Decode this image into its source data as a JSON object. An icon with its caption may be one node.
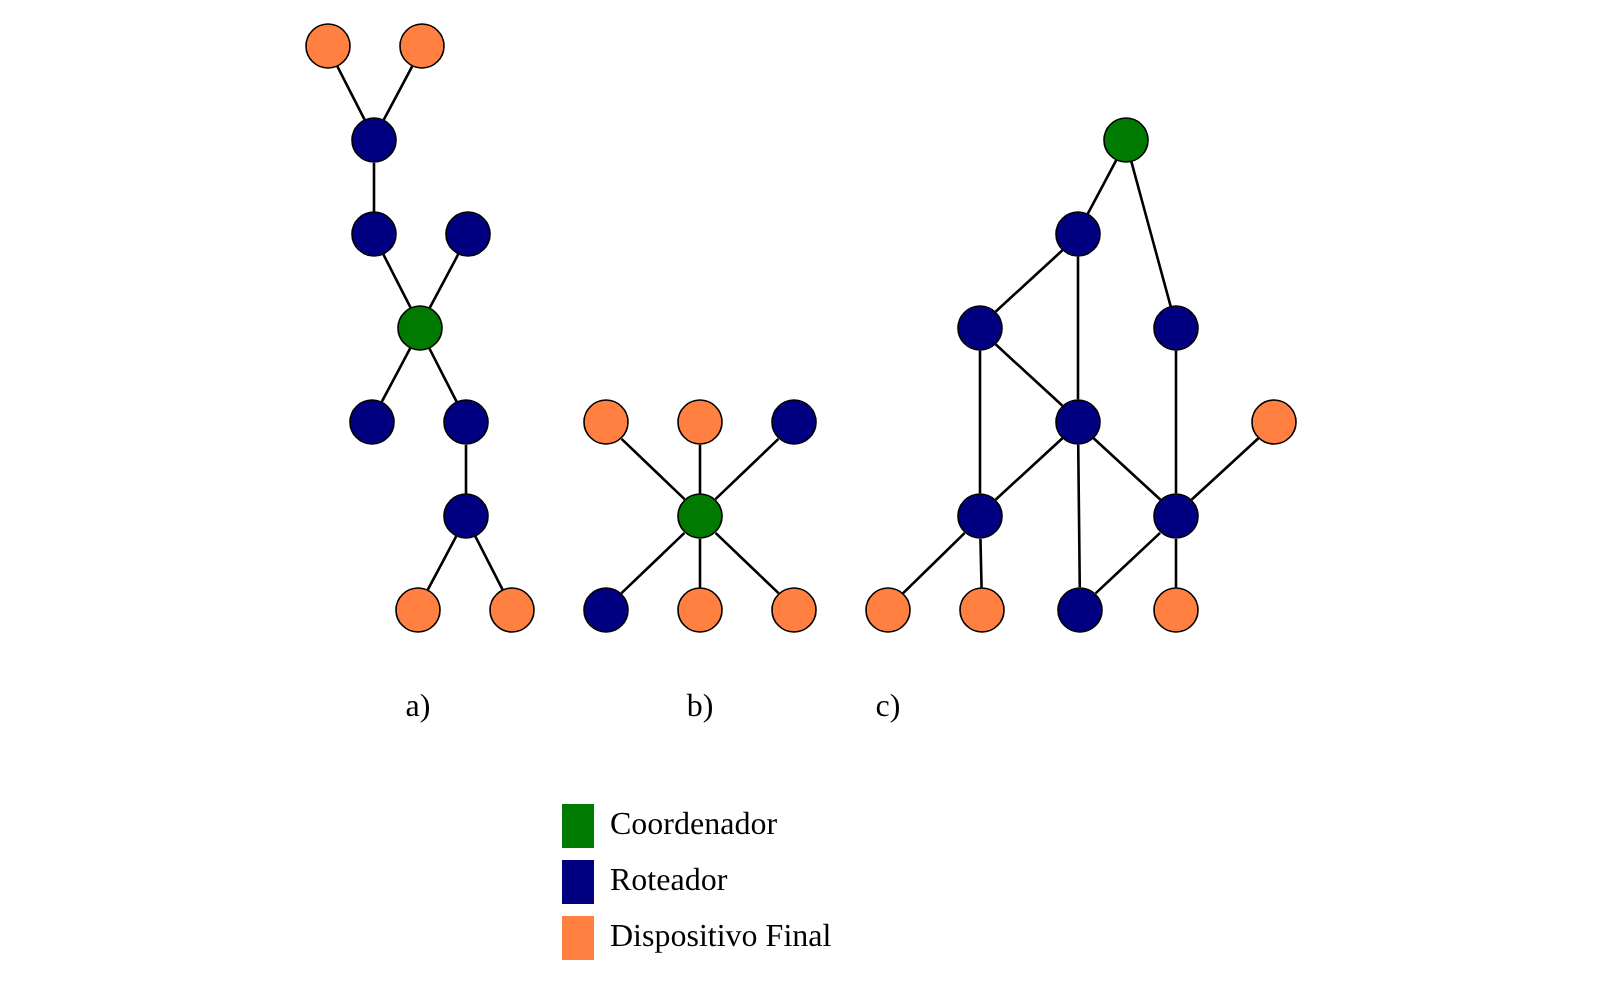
{
  "diagram": {
    "nodes": [
      {
        "text": [],
        "shape": "circle"
      },
      {
        "text": [],
        "shape": "circle"
      },
      {
        "text": [],
        "shape": "circle"
      },
      {
        "text": [],
        "shape": "circle"
      },
      {
        "text": [],
        "shape": "circle"
      },
      {
        "text": [],
        "shape": "circle"
      },
      {
        "text": [],
        "shape": "circle"
      },
      {
        "text": [],
        "shape": "circle"
      },
      {
        "text": [],
        "shape": "circle"
      },
      {
        "text": [],
        "shape": "circle"
      },
      {
        "text": [],
        "shape": "circle"
      },
      {
        "text": [],
        "shape": "circle"
      },
      {
        "text": [],
        "shape": "circle"
      },
      {
        "text": [],
        "shape": "circle"
      },
      {
        "text": [],
        "shape": "circle"
      },
      {
        "text": [],
        "shape": "circle"
      },
      {
        "text": [],
        "shape": "circle"
      },
      {
        "text": [],
        "shape": "circle"
      },
      {
        "text": [],
        "shape": "circle"
      },
      {
        "text": [],
        "shape": "circle"
      },
      {
        "text": [],
        "shape": "circle"
      },
      {
        "text": [],
        "shape": "circle"
      },
      {
        "text": [],
        "shape": "circle"
      },
      {
        "text": [],
        "shape": "circle"
      },
      {
        "text": [],
        "shape": "circle"
      },
      {
        "text": [],
        "shape": "circle"
      },
      {
        "text": [],
        "shape": "circle"
      },
      {
        "text": [],
        "shape": "circle"
      },
      {
        "text": [],
        "shape": "circle"
      },
      {
        "text": [],
        "shape": "circle"
      }
    ],
    "edges": [
      {
        "from": 0,
        "to": 2,
        "arrow": "none"
      },
      {
        "from": 1,
        "to": 2,
        "arrow": "none"
      },
      {
        "from": 2,
        "to": 3,
        "arrow": "none"
      },
      {
        "from": 3,
        "to": 5,
        "arrow": "none"
      },
      {
        "from": 4,
        "to": 5,
        "arrow": "none"
      },
      {
        "from": 5,
        "to": 6,
        "arrow": "none"
      },
      {
        "from": 5,
        "to": 7,
        "arrow": "none"
      },
      {
        "from": 7,
        "to": 8,
        "arrow": "none"
      },
      {
        "from": 8,
        "to": 9,
        "arrow": "none"
      },
      {
        "from": 8,
        "to": 10,
        "arrow": "none"
      },
      {
        "from": 11,
        "to": 14,
        "arrow": "none"
      },
      {
        "from": 12,
        "to": 14,
        "arrow": "none"
      },
      {
        "from": 13,
        "to": 14,
        "arrow": "none"
      },
      {
        "from": 14,
        "to": 15,
        "arrow": "none"
      },
      {
        "from": 14,
        "to": 16,
        "arrow": "none"
      },
      {
        "from": 14,
        "to": 17,
        "arrow": "none"
      },
      {
        "from": 18,
        "to": 19,
        "arrow": "none"
      },
      {
        "from": 18,
        "to": 20,
        "arrow": "none"
      },
      {
        "from": 19,
        "to": 22,
        "arrow": "none"
      },
      {
        "from": 19,
        "to": 23,
        "arrow": "none"
      },
      {
        "from": 20,
        "to": 24,
        "arrow": "none"
      },
      {
        "from": 22,
        "to": 23,
        "arrow": "none"
      },
      {
        "from": 23,
        "to": 24,
        "arrow": "none"
      },
      {
        "from": 21,
        "to": 24,
        "arrow": "none"
      },
      {
        "from": 24,
        "to": 25,
        "arrow": "none"
      },
      {
        "from": 22,
        "to": 26,
        "arrow": "none"
      },
      {
        "from": 23,
        "to": 26,
        "arrow": "none"
      },
      {
        "from": 23,
        "to": 27,
        "arrow": "none"
      },
      {
        "from": 24,
        "to": 27,
        "arrow": "none"
      },
      {
        "from": 26,
        "to": 28,
        "arrow": "none"
      },
      {
        "from": 26,
        "to": 29,
        "arrow": "none"
      }
    ],
    "labels": [
      "a)",
      "b)",
      "c)"
    ],
    "legend": [
      {
        "text": "Coordenador",
        "color": "#007a00"
      },
      {
        "text": "Roteador",
        "color": "#000080"
      },
      {
        "text": "Dispositivo Final",
        "color": "#ff8040"
      }
    ]
  }
}
